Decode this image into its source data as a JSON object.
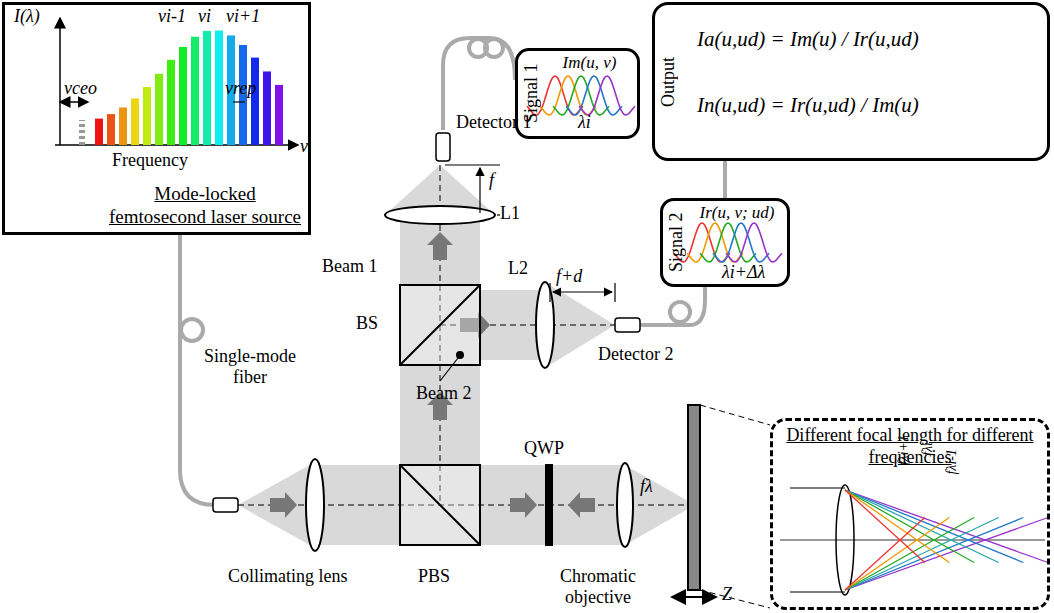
{
  "diagram": {
    "nodes": [
      {
        "text": [
          "Mode-locked femtosecond laser source"
        ]
      },
      {
        "text": [
          "Signal 1",
          "Im(u, v)"
        ]
      },
      {
        "text": [
          "Output",
          "Ia(u,ud) = Im(u) / Ir(u,ud)",
          "In(u,ud) = Ir(u,ud) / Im(u)"
        ]
      },
      {
        "text": [
          "Signal 2",
          "Ir(u, v; ud)"
        ]
      },
      {
        "text": [
          "Different focal length for different frequencies"
        ]
      }
    ],
    "edges": [
      {
        "from": 3,
        "to": 2,
        "arrow": "none"
      }
    ],
    "labels": [
      "I(λ)",
      "vi-1",
      "vi",
      "vi+1",
      "vceo",
      "vrep",
      "Frequency",
      "v",
      "λi",
      "λi+Δλ",
      "Detector 1",
      "f",
      "L1",
      "Beam 1",
      "BS",
      "L2",
      "f+d",
      "Detector 2",
      "Beam 2",
      "Single-mode fiber",
      "QWP",
      "Collimating lens",
      "PBS",
      "Chromatic objective",
      "fλ",
      "Z",
      "fλi+1",
      "fλi",
      "fλi-1"
    ]
  }
}
